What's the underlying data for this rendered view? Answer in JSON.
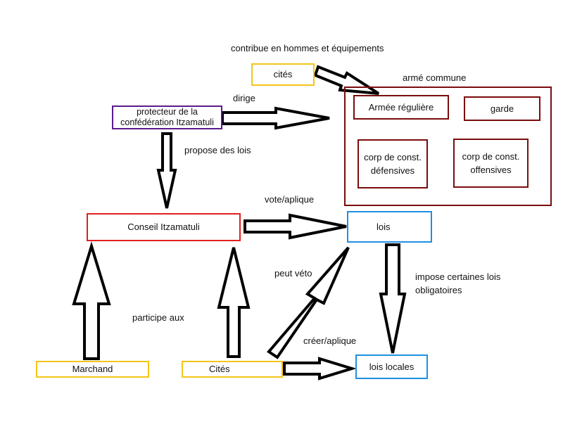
{
  "nodes": {
    "cites_top": "cités",
    "protecteur": "protecteur de la confédération Itzamatuli",
    "armee_commune": "armé commune",
    "armee_reguliere": "Armée régulière",
    "garde": "garde",
    "corp_defensives": "corp de const. défensives",
    "corp_offensives": "corp de const. offensives",
    "conseil": "Conseil Itzamatuli",
    "lois": "lois",
    "lois_locales": "lois locales",
    "marchand": "Marchand",
    "cites_bottom": "Cités"
  },
  "edges": {
    "contribue": "contribue en hommes et équipements",
    "dirige": "dirige",
    "propose": "propose des lois",
    "vote": "vote/aplique",
    "peut_veto": "peut véto",
    "impose": "impose certaines lois obligatoires",
    "participe": "participe aux",
    "creer": "créer/aplique"
  }
}
